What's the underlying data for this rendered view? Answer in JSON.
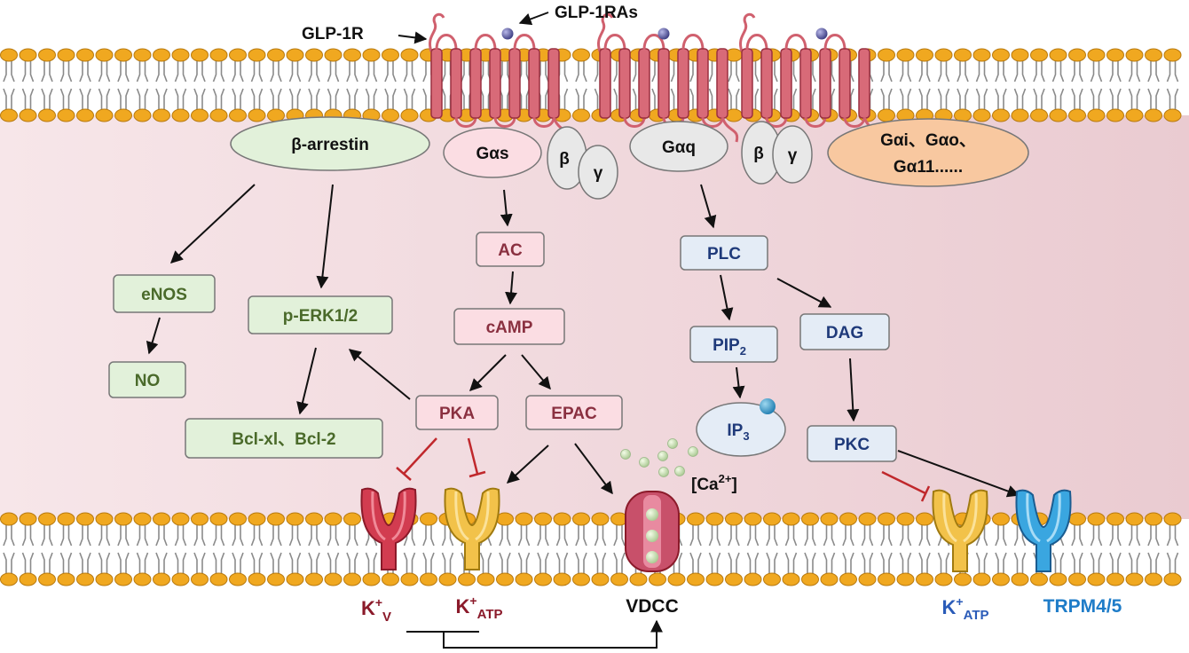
{
  "labels": {
    "receptor": "GLP-1R",
    "agonists": "GLP-1RAs",
    "ca": "[Ca",
    "ca_sup": "2+",
    "ca_end": "]",
    "vdcc": "VDCC",
    "trpm": "TRPM4/5",
    "k": "K",
    "k_sup": "+",
    "k_sub_v": "V",
    "k_sub_atp": "ATP"
  },
  "nodes": {
    "barrestin": "β-arrestin",
    "gas": "Gαs",
    "gaq": "Gαq",
    "beta": "β",
    "gamma": "γ",
    "gai_line1": "Gαi、Gαo、",
    "gai_line2": "Gα11......",
    "enos": "eNOS",
    "no": "NO",
    "perk": "p-ERK1/2",
    "bcl": "Bcl-xl、Bcl-2",
    "ac": "AC",
    "camp": "cAMP",
    "pka": "PKA",
    "epac": "EPAC",
    "plc": "PLC",
    "pip2": "PIP",
    "pip2_sub": "2",
    "ip3": "IP",
    "ip3_sub": "3",
    "dag": "DAG",
    "pkc": "PKC"
  },
  "colors": {
    "membrane_head": "#F0A820",
    "membrane_head_edge": "#B87A10",
    "cytoplasm": "#F3DCE0",
    "receptor": "#D0606E",
    "green_box": "#E2F1DA",
    "green_text": "#4A6A2A",
    "pink_box": "#FBDDE3",
    "pink_text": "#8A3040",
    "blue_box": "#E4ECF6",
    "blue_text": "#1F3A7A",
    "gai_fill": "#F8C8A0",
    "k_label": "#8B1A2A",
    "katp_right": "#2A5BB8",
    "trpm_label": "#1E7CC8",
    "inhibit": "#C0282C"
  }
}
